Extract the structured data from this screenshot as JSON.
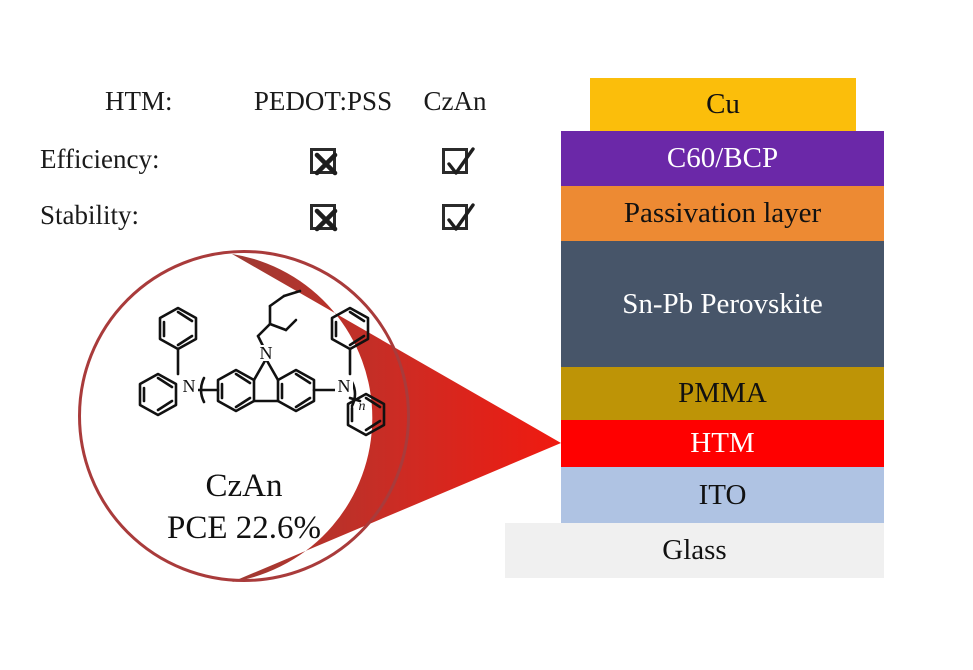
{
  "comparison": {
    "header": {
      "row_label": "HTM:",
      "column_a": "PEDOT:PSS",
      "column_b": "CzAn"
    },
    "rows": [
      {
        "label": "Efficiency:",
        "column_a_mark": "cross",
        "column_b_mark": "check"
      },
      {
        "label": "Stability:",
        "column_a_mark": "cross",
        "column_b_mark": "check"
      }
    ]
  },
  "callout": {
    "molecule_name": "CzAn",
    "performance": "PCE 22.6%",
    "circle_color": "#a93b3b",
    "cone_color": "#e32119",
    "molecule_atom_labels": [
      "N",
      "N",
      "N",
      "n"
    ]
  },
  "device_stack": {
    "layers": [
      {
        "label": "Cu",
        "fill": "#FBBE0B",
        "text_color": "#111111"
      },
      {
        "label": "C60/BCP",
        "fill": "#6B28A8",
        "text_color": "#ffffff"
      },
      {
        "label": "Passivation layer",
        "fill": "#ED8A33",
        "text_color": "#111111"
      },
      {
        "label": "Sn-Pb Perovskite",
        "fill": "#475569",
        "text_color": "#ffffff"
      },
      {
        "label": "PMMA",
        "fill": "#BE9406",
        "text_color": "#111111"
      },
      {
        "label": "HTM",
        "fill": "#FF0000",
        "text_color": "#ffffff"
      },
      {
        "label": "ITO",
        "fill": "#AFC3E3",
        "text_color": "#111111"
      },
      {
        "label": "Glass",
        "fill": "#F0F0F0",
        "text_color": "#111111"
      }
    ]
  }
}
